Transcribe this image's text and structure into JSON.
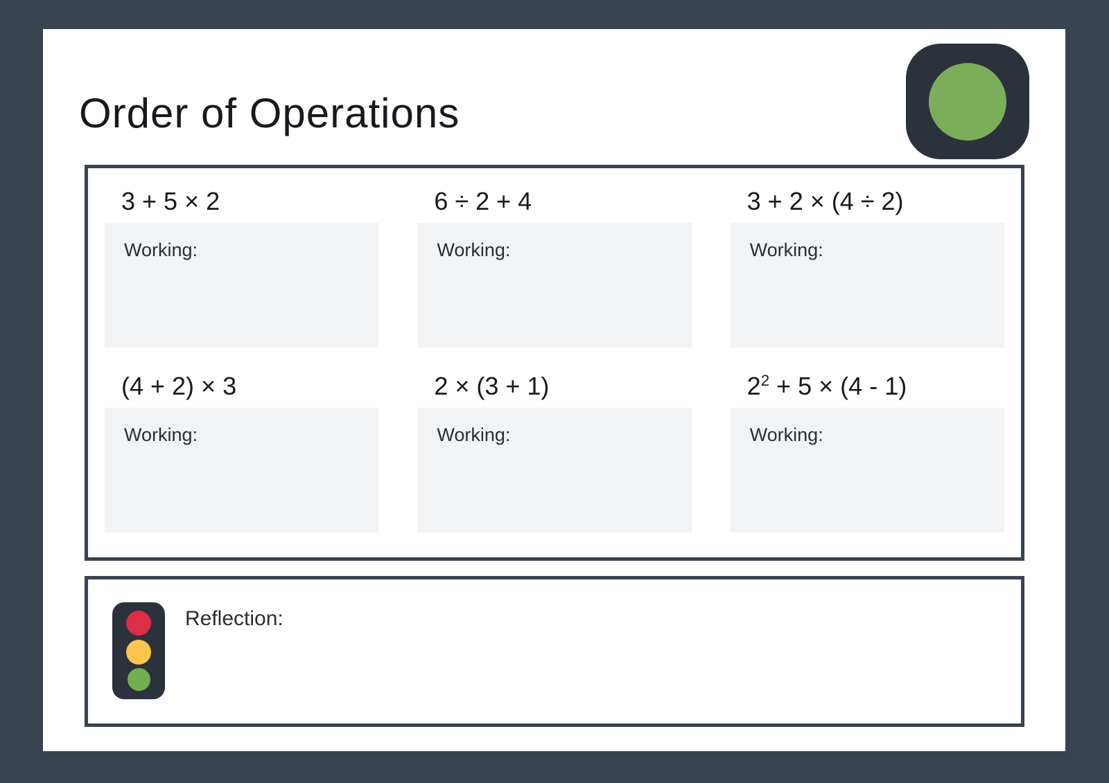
{
  "page": {
    "title": "Order of Operations"
  },
  "colors": {
    "background": "#3a4350",
    "page": "#ffffff",
    "working_box": "#f2f3f5",
    "border_dark": "#3a4350",
    "icon_body": "#2b323b",
    "icon_green": "#7bae5b",
    "light_red": "#dc2e44",
    "light_yellow": "#fbc54d",
    "light_green": "#74ae52"
  },
  "icons": {
    "brand": "green-light-badge-icon",
    "reflection": "traffic-light-icon"
  },
  "problems": [
    {
      "expression": "3 + 5 × 2",
      "working_label": "Working:"
    },
    {
      "expression": "6 ÷ 2 + 4",
      "working_label": "Working:"
    },
    {
      "expression": "3 + 2 × (4 ÷ 2)",
      "working_label": "Working:"
    },
    {
      "expression": "(4 + 2) × 3",
      "working_label": "Working:"
    },
    {
      "expression": "2 × (3 + 1)",
      "working_label": "Working:"
    },
    {
      "expression": "2^2 + 5 × (4 - 1)",
      "working_label": "Working:"
    }
  ],
  "reflection": {
    "label": "Reflection:"
  }
}
